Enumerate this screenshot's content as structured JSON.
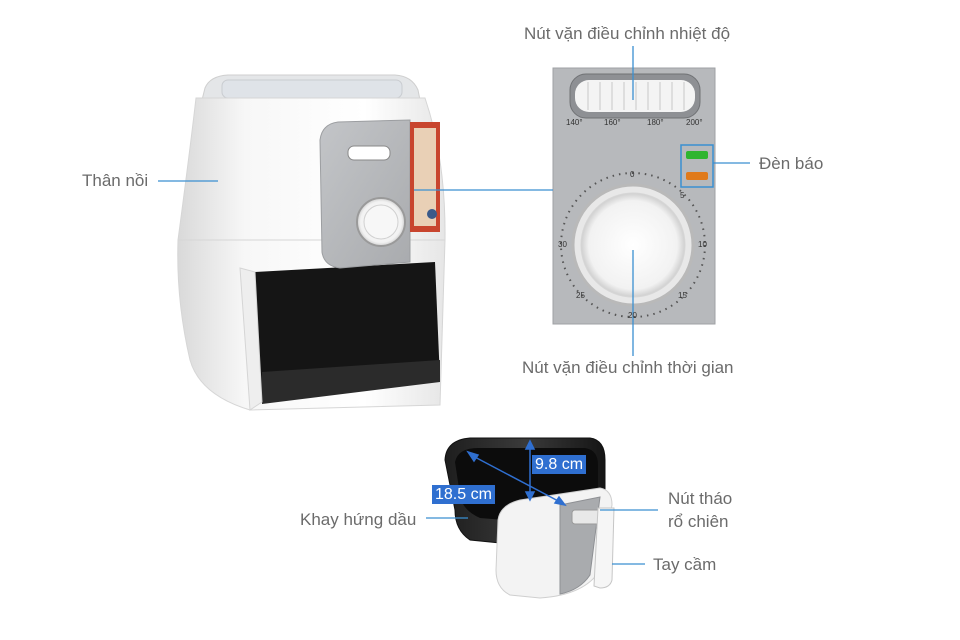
{
  "labels": {
    "body": "Thân nồi",
    "temp_knob": "Nút vặn điều chỉnh nhiệt độ",
    "indicator": "Đèn báo",
    "timer_knob": "Nút vặn điều chỉnh thời gian",
    "drip_tray": "Khay hứng dầu",
    "release_button_line1": "Nút tháo",
    "release_button_line2": "rổ chiên",
    "handle": "Tay cầm"
  },
  "temperature_scale": [
    "140°",
    "160°",
    "180°",
    "200°"
  ],
  "timer_scale": [
    "0",
    "5",
    "10",
    "15",
    "20",
    "25",
    "30"
  ],
  "dimensions": {
    "depth": "9.8 cm",
    "diameter": "18.5 cm"
  },
  "colors": {
    "label_text": "#6b6b6b",
    "leader_line": "#3a8fd1",
    "dimension_badge": "#2f6fd0",
    "indicator_green": "#2fb52f",
    "indicator_orange": "#e07a1a",
    "panel_grey": "#b7b9bc"
  }
}
